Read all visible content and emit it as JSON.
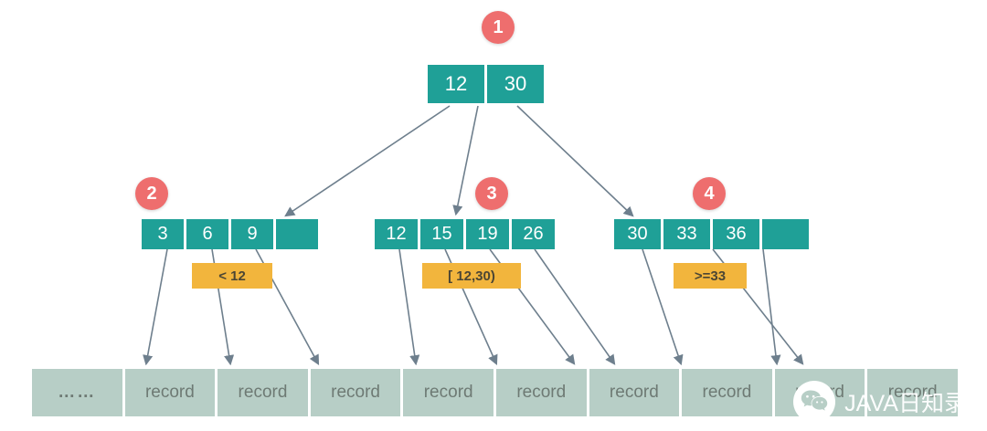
{
  "colors": {
    "node_fill": "#1fa097",
    "badge_fill": "#ee6e6e",
    "range_label_fill": "#f2b53d",
    "leaf_fill": "#b7cec6",
    "arrow": "#6e7f8d"
  },
  "badges": [
    "1",
    "2",
    "3",
    "4"
  ],
  "nodes": {
    "root": {
      "cells": [
        "12",
        "30"
      ]
    },
    "left": {
      "cells": [
        "3",
        "6",
        "9",
        ""
      ]
    },
    "middle": {
      "cells": [
        "12",
        "15",
        "19",
        "26"
      ]
    },
    "right": {
      "cells": [
        "30",
        "33",
        "36",
        ""
      ]
    }
  },
  "range_labels": {
    "left": "< 12",
    "middle": "[ 12,30)",
    "right": ">=33"
  },
  "leaf_row": {
    "cells": [
      "……",
      "record",
      "record",
      "record",
      "record",
      "record",
      "record",
      "record",
      "record",
      "record"
    ]
  },
  "watermark": {
    "text": "JAVA日知录",
    "icon": "wechat-icon"
  },
  "arrows": [
    [
      492,
      116,
      313,
      236
    ],
    [
      523,
      116,
      499,
      234
    ],
    [
      566,
      116,
      692,
      236
    ],
    [
      183,
      273,
      160,
      398
    ],
    [
      232,
      273,
      252,
      398
    ],
    [
      280,
      273,
      348,
      398
    ],
    [
      437,
      273,
      455,
      398
    ],
    [
      487,
      273,
      543,
      398
    ],
    [
      536,
      273,
      628,
      398
    ],
    [
      585,
      273,
      672,
      398
    ],
    [
      703,
      273,
      745,
      398
    ],
    [
      780,
      273,
      878,
      398
    ],
    [
      835,
      273,
      850,
      398
    ]
  ]
}
